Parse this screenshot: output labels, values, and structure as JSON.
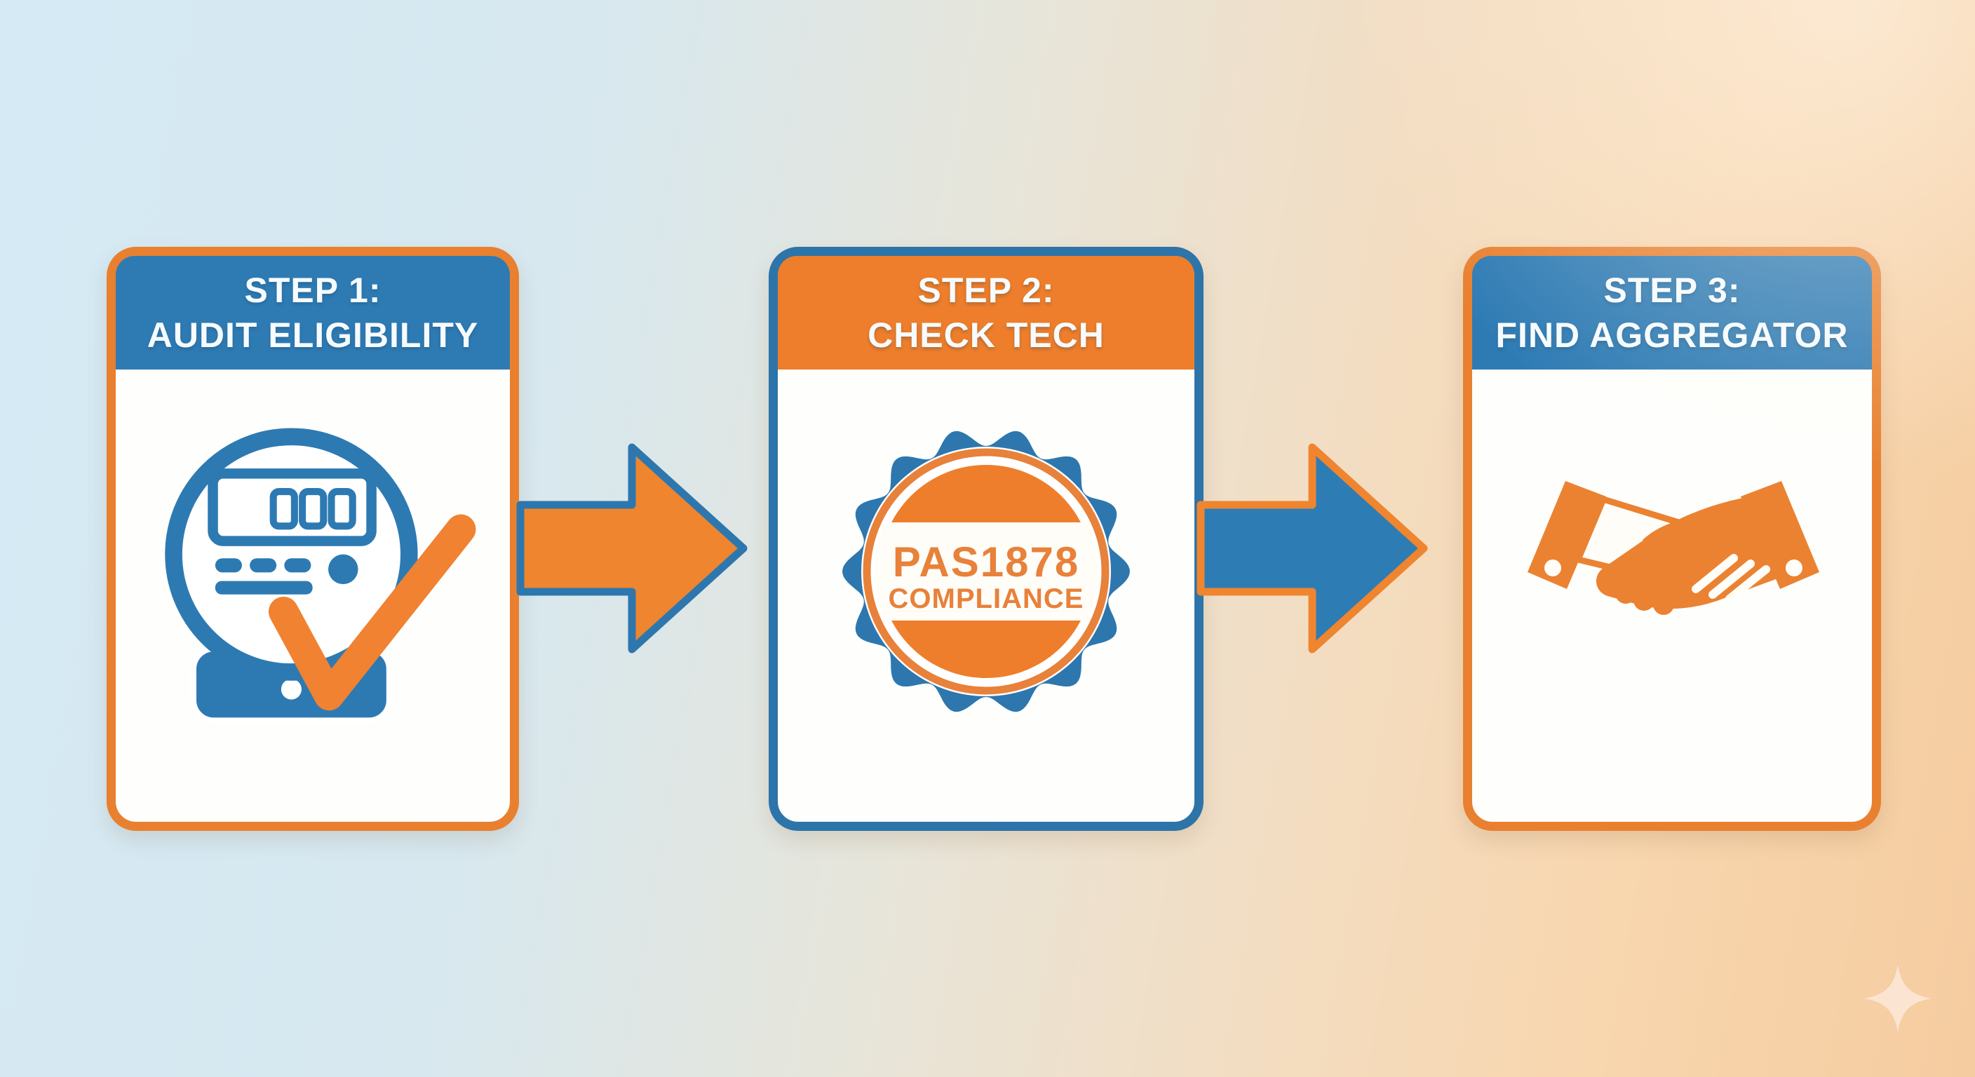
{
  "infographic": {
    "kind": "three-step-process",
    "colors": {
      "blue": "#2e7bb4",
      "orange": "#ee7e2b",
      "blue_border": "#2d74a9",
      "orange_border": "#e8802f",
      "card_background": "#fefefc",
      "background_left": "#d5eaf5",
      "background_right": "#f5cca0",
      "title_text": "#f6fbfd",
      "sparkle": "#fbe5d2"
    },
    "steps": [
      {
        "title_line1": "STEP 1:",
        "title_line2": "AUDIT ELIGIBILITY",
        "header_color": "blue",
        "border_color": "orange",
        "icon": "smart-meter-check-icon"
      },
      {
        "title_line1": "STEP 2:",
        "title_line2": "CHECK TECH",
        "header_color": "orange",
        "border_color": "blue",
        "icon": "pas1878-compliance-badge-icon",
        "badge_line1": "PAS1878",
        "badge_line2": "COMPLIANCE"
      },
      {
        "title_line1": "STEP 3:",
        "title_line2": "FIND AGGREGATOR",
        "header_color": "blue",
        "border_color": "orange",
        "icon": "handshake-icon"
      }
    ],
    "arrows": [
      {
        "direction": "right",
        "fill": "#ef852f",
        "outline": "#2e77ae"
      },
      {
        "direction": "right",
        "fill": "#2e7cb4",
        "outline": "#ef852f"
      }
    ],
    "decor": {
      "sparkle_icon": "four-point-star"
    }
  }
}
